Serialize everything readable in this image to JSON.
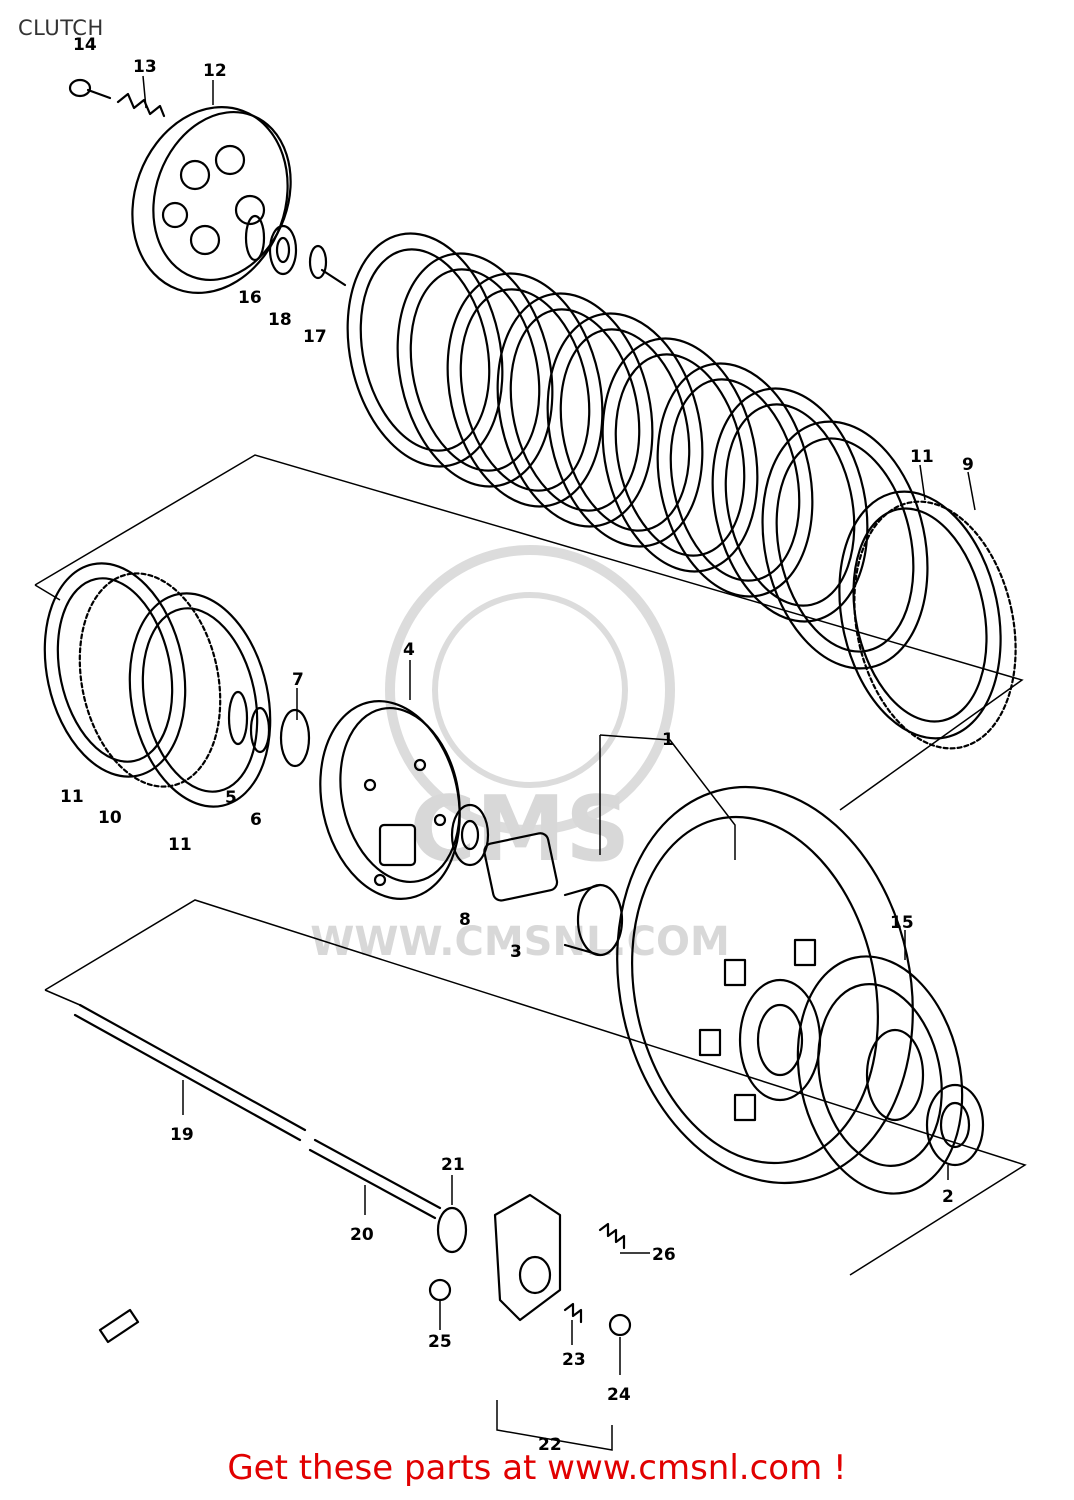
{
  "title": "CLUTCH",
  "footer": "Get these parts at www.cmsnl.com !",
  "watermark": {
    "logo": "CMS",
    "url": "WWW.CMSNL.COM"
  },
  "colors": {
    "footer": "#e10000",
    "ink": "#000000",
    "watermark": "#d8d8d8"
  },
  "callouts": [
    "14",
    "13",
    "12",
    "16",
    "18",
    "17",
    "11",
    "9",
    "4",
    "7",
    "1",
    "11",
    "10",
    "11",
    "5",
    "6",
    "8",
    "3",
    "15",
    "2",
    "19",
    "21",
    "20",
    "26",
    "25",
    "23",
    "24",
    "22"
  ]
}
